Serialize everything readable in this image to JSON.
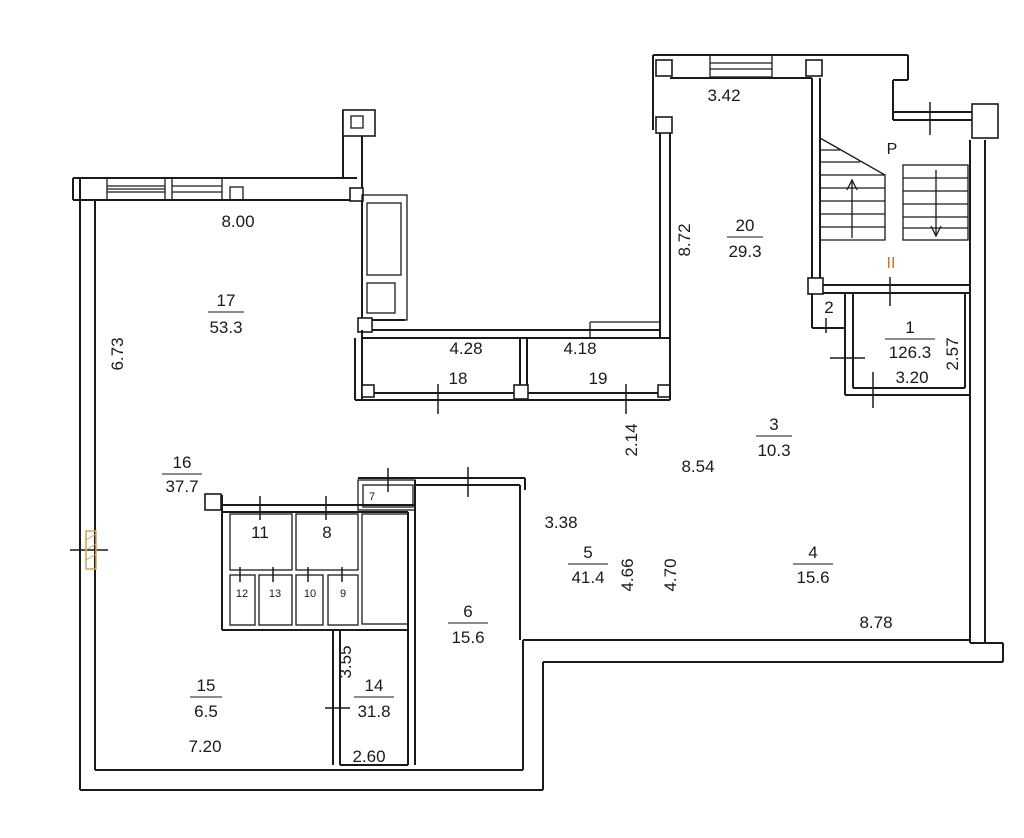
{
  "rooms": {
    "r17": {
      "num": "17",
      "area": "53.3"
    },
    "r20": {
      "num": "20",
      "area": "29.3"
    },
    "r16": {
      "num": "16",
      "area": "37.7"
    },
    "r1": {
      "num": "1",
      "area": "126.3"
    },
    "r3": {
      "num": "3",
      "area": "10.3"
    },
    "r5": {
      "num": "5",
      "area": "41.4"
    },
    "r4": {
      "num": "4",
      "area": "15.6"
    },
    "r6": {
      "num": "6",
      "area": "15.6"
    },
    "r15": {
      "num": "15",
      "area": "6.5"
    },
    "r14": {
      "num": "14",
      "area": "31.8"
    },
    "r18": {
      "num": "18"
    },
    "r19": {
      "num": "19"
    },
    "r2": {
      "num": "2"
    },
    "r7": {
      "num": "7"
    },
    "r8": {
      "num": "8"
    },
    "r9": {
      "num": "9"
    },
    "r10": {
      "num": "10"
    },
    "r11": {
      "num": "11"
    },
    "r12": {
      "num": "12"
    },
    "r13": {
      "num": "13"
    }
  },
  "dims": {
    "d800": "8.00",
    "d673": "6.73",
    "d342": "3.42",
    "d872": "8.72",
    "d428": "4.28",
    "d418": "4.18",
    "d257": "2.57",
    "d320": "3.20",
    "d214": "2.14",
    "d854": "8.54",
    "d338": "3.38",
    "d466": "4.66",
    "d470": "4.70",
    "d878": "8.78",
    "d355": "3.55",
    "d720": "7.20",
    "d260": "2.60"
  },
  "marks": {
    "stair_letter": "P",
    "roman_two": "II"
  },
  "colors": {
    "line": "#1a1a1a",
    "accent": "#c87533",
    "hatch": "#d4a45a"
  }
}
